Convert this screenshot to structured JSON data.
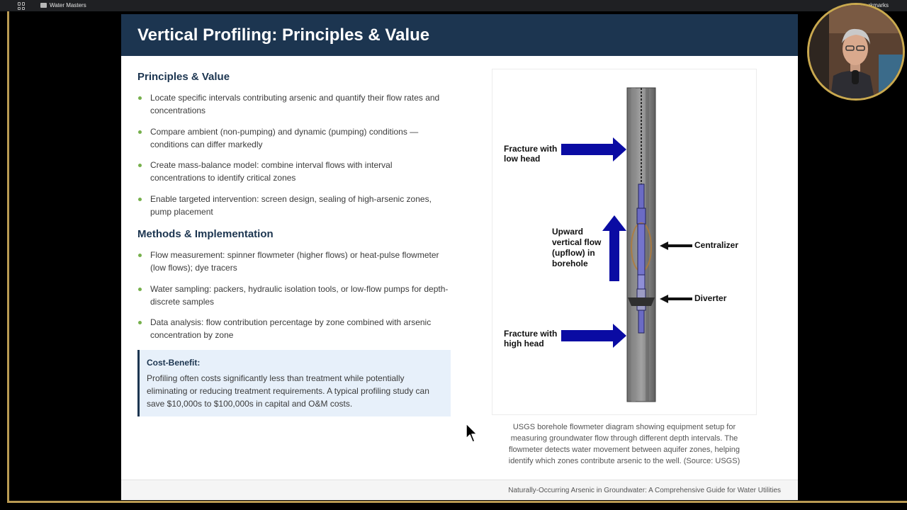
{
  "browser": {
    "tab_title": "Water Masters",
    "bookmarks_label": "Bookmarks"
  },
  "slide": {
    "title": "Vertical Profiling: Principles & Value",
    "principles": {
      "heading": "Principles & Value",
      "items": [
        "Locate specific intervals contributing arsenic and quantify their flow rates and concentrations",
        "Compare ambient (non-pumping) and dynamic (pumping) conditions — conditions can differ markedly",
        "Create mass-balance model: combine interval flows with interval concentrations to identify critical zones",
        "Enable targeted intervention: screen design, sealing of high-arsenic zones, pump placement"
      ]
    },
    "methods": {
      "heading": "Methods & Implementation",
      "items": [
        "Flow measurement: spinner flowmeter (higher flows) or heat-pulse flowmeter (low flows); dye tracers",
        "Water sampling: packers, hydraulic isolation tools, or low-flow pumps for depth-discrete samples",
        "Data analysis: flow contribution percentage by zone combined with arsenic concentration by zone"
      ]
    },
    "callout": {
      "title": "Cost-Benefit:",
      "text": "Profiling often costs significantly less than treatment while potentially eliminating or reducing treatment requirements. A typical profiling study can save $10,000s to $100,000s in capital and O&M costs."
    },
    "figure": {
      "labels": {
        "fracture_low_1": "Fracture with",
        "fracture_low_2": "low head",
        "upflow_1": "Upward",
        "upflow_2": "vertical flow",
        "upflow_3": "(upflow) in",
        "upflow_4": "borehole",
        "centralizer": "Centralizer",
        "diverter": "Diverter",
        "fracture_high_1": "Fracture with",
        "fracture_high_2": "high head"
      },
      "caption": "USGS borehole flowmeter diagram showing equipment setup for measuring groundwater flow through different depth intervals. The flowmeter detects water movement between aquifer zones, helping identify which zones contribute arsenic to the well. (Source: USGS)"
    },
    "footer": "Naturally-Occurring Arsenic in Groundwater: A Comprehensive Guide for Water Utilities"
  },
  "colors": {
    "header_bg": "#1c3550",
    "bullet": "#76b04c",
    "callout_bg": "#e7f0fa",
    "arrow_blue": "#0a0ba3",
    "frame_gold": "#b99a52"
  }
}
